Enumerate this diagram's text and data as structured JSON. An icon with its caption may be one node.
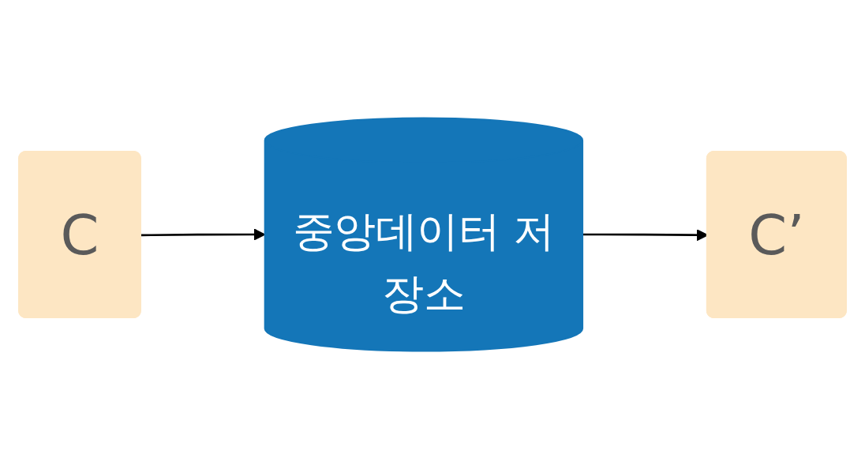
{
  "diagram": {
    "nodes": [
      {
        "text": [
          "중앙데이터 저장소"
        ]
      },
      {
        "text": [
          "C"
        ]
      },
      {
        "text": [
          "C’"
        ]
      }
    ],
    "edges": [
      {
        "from": 1,
        "to": 0,
        "arrow": "to"
      },
      {
        "from": 0,
        "to": 2,
        "arrow": "to"
      }
    ]
  }
}
